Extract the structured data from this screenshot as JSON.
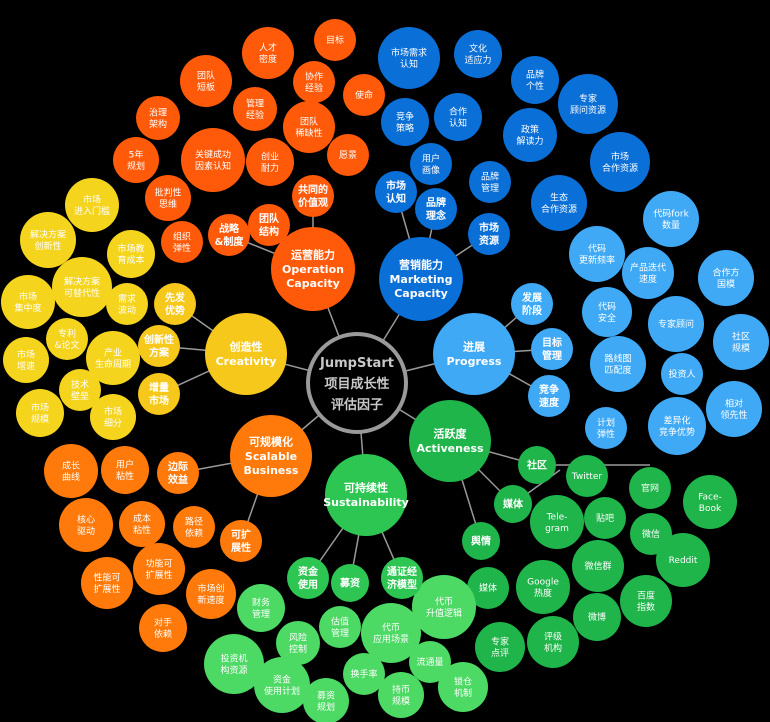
{
  "center": {
    "lines": [
      "JumpStart",
      "项目成长性",
      "评估因子"
    ]
  },
  "colors": {
    "orange_dark": "#FF5A0A",
    "orange": "#FF7A0A",
    "orange_light": "#FF9A14",
    "yellow": "#F7C81C",
    "yellow_light": "#F5D41E",
    "blue_dark": "#0A6FD6",
    "blue": "#1E88E5",
    "blue_light": "#3FA9F5",
    "green_dark": "#1FB54A",
    "green": "#2DC653",
    "green_light": "#4CD964",
    "gray": "#9a9a9a"
  },
  "factors": [
    {
      "key": "operation",
      "lines": [
        "运营能力",
        "Operation",
        "Capacity"
      ]
    },
    {
      "key": "marketing",
      "lines": [
        "营销能力",
        "Marketing",
        "Capacity"
      ]
    },
    {
      "key": "progress",
      "lines": [
        "进展",
        "Progress"
      ]
    },
    {
      "key": "activeness",
      "lines": [
        "活跃度",
        "Activeness"
      ]
    },
    {
      "key": "sustainability",
      "lines": [
        "可持续性",
        "Sustainability"
      ]
    },
    {
      "key": "scalable",
      "lines": [
        "可规模化",
        "Scalable",
        "Business"
      ]
    },
    {
      "key": "creativity",
      "lines": [
        "创造性",
        "Creativity"
      ]
    }
  ],
  "subfactors": [
    {
      "lines": [
        "战略",
        "&制度"
      ]
    },
    {
      "lines": [
        "团队",
        "结构"
      ]
    },
    {
      "lines": [
        "共同的",
        "价值观"
      ]
    },
    {
      "lines": [
        "市场",
        "认知"
      ]
    },
    {
      "lines": [
        "品牌",
        "理念"
      ]
    },
    {
      "lines": [
        "市场",
        "资源"
      ]
    },
    {
      "lines": [
        "发展",
        "阶段"
      ]
    },
    {
      "lines": [
        "目标",
        "管理"
      ]
    },
    {
      "lines": [
        "竞争",
        "速度"
      ]
    },
    {
      "lines": [
        "社区"
      ]
    },
    {
      "lines": [
        "媒体"
      ]
    },
    {
      "lines": [
        "舆情"
      ]
    },
    {
      "lines": [
        "资金",
        "使用"
      ]
    },
    {
      "lines": [
        "募资"
      ]
    },
    {
      "lines": [
        "通证经",
        "济模型"
      ]
    },
    {
      "lines": [
        "边际",
        "效益"
      ]
    },
    {
      "lines": [
        "可扩",
        "展性"
      ]
    },
    {
      "lines": [
        "先发",
        "优势"
      ]
    },
    {
      "lines": [
        "创新性",
        "方案"
      ]
    },
    {
      "lines": [
        "增量",
        "市场"
      ]
    }
  ],
  "leaves": [
    {
      "lines": [
        "目标"
      ]
    },
    {
      "lines": [
        "人才",
        "密度"
      ]
    },
    {
      "lines": [
        "团队",
        "短板"
      ]
    },
    {
      "lines": [
        "协作",
        "经验"
      ]
    },
    {
      "lines": [
        "使命"
      ]
    },
    {
      "lines": [
        "管理",
        "经验"
      ]
    },
    {
      "lines": [
        "团队",
        "稀缺性"
      ]
    },
    {
      "lines": [
        "治理",
        "架构"
      ]
    },
    {
      "lines": [
        "愿景"
      ]
    },
    {
      "lines": [
        "5年",
        "规划"
      ]
    },
    {
      "lines": [
        "关键成功",
        "因素认知"
      ]
    },
    {
      "lines": [
        "创业",
        "耐力"
      ]
    },
    {
      "lines": [
        "批判性",
        "思维"
      ]
    },
    {
      "lines": [
        "组织",
        "弹性"
      ]
    },
    {
      "lines": [
        "市场需求",
        "认知"
      ]
    },
    {
      "lines": [
        "文化",
        "适应力"
      ]
    },
    {
      "lines": [
        "品牌",
        "个性"
      ]
    },
    {
      "lines": [
        "竞争",
        "策略"
      ]
    },
    {
      "lines": [
        "合作",
        "认知"
      ]
    },
    {
      "lines": [
        "专家",
        "顾问资源"
      ]
    },
    {
      "lines": [
        "政策",
        "解读力"
      ]
    },
    {
      "lines": [
        "用户",
        "画像"
      ]
    },
    {
      "lines": [
        "品牌",
        "管理"
      ]
    },
    {
      "lines": [
        "市场",
        "合作资源"
      ]
    },
    {
      "lines": [
        "生态",
        "合作资源"
      ]
    },
    {
      "lines": [
        "代码fork",
        "数量"
      ]
    },
    {
      "lines": [
        "代码",
        "更新频率"
      ]
    },
    {
      "lines": [
        "产品迭代",
        "速度"
      ]
    },
    {
      "lines": [
        "合作方",
        "国模"
      ]
    },
    {
      "lines": [
        "代码",
        "安全"
      ]
    },
    {
      "lines": [
        "专家顾问"
      ]
    },
    {
      "lines": [
        "社区",
        "规模"
      ]
    },
    {
      "lines": [
        "路线图",
        "匹配度"
      ]
    },
    {
      "lines": [
        "投资人"
      ]
    },
    {
      "lines": [
        "相对",
        "领先性"
      ]
    },
    {
      "lines": [
        "计划",
        "弹性"
      ]
    },
    {
      "lines": [
        "差异化",
        "竞争优势"
      ]
    },
    {
      "lines": [
        "Twitter"
      ]
    },
    {
      "lines": [
        "官网"
      ]
    },
    {
      "lines": [
        "Face-",
        "Book"
      ]
    },
    {
      "lines": [
        "Tele-",
        "gram"
      ]
    },
    {
      "lines": [
        "贴吧"
      ]
    },
    {
      "lines": [
        "微信"
      ]
    },
    {
      "lines": [
        "Reddit"
      ]
    },
    {
      "lines": [
        "微信群"
      ]
    },
    {
      "lines": [
        "Google",
        "热度"
      ]
    },
    {
      "lines": [
        "百度",
        "指数"
      ]
    },
    {
      "lines": [
        "媒体"
      ]
    },
    {
      "lines": [
        "微博"
      ]
    },
    {
      "lines": [
        "专家",
        "点评"
      ]
    },
    {
      "lines": [
        "评级",
        "机构"
      ]
    },
    {
      "lines": [
        "代币",
        "升值逻辑"
      ]
    },
    {
      "lines": [
        "财务",
        "管理"
      ]
    },
    {
      "lines": [
        "估值",
        "管理"
      ]
    },
    {
      "lines": [
        "代币",
        "应用场景"
      ]
    },
    {
      "lines": [
        "风险",
        "控制"
      ]
    },
    {
      "lines": [
        "投资机",
        "构资源"
      ]
    },
    {
      "lines": [
        "资金",
        "使用计划"
      ]
    },
    {
      "lines": [
        "换手率"
      ]
    },
    {
      "lines": [
        "流通量"
      ]
    },
    {
      "lines": [
        "锁仓",
        "机制"
      ]
    },
    {
      "lines": [
        "募资",
        "规划"
      ]
    },
    {
      "lines": [
        "持币",
        "规模"
      ]
    },
    {
      "lines": [
        "成长",
        "曲线"
      ]
    },
    {
      "lines": [
        "用户",
        "粘性"
      ]
    },
    {
      "lines": [
        "核心",
        "驱动"
      ]
    },
    {
      "lines": [
        "成本",
        "粘性"
      ]
    },
    {
      "lines": [
        "路径",
        "依赖"
      ]
    },
    {
      "lines": [
        "功能可",
        "扩展性"
      ]
    },
    {
      "lines": [
        "性能可",
        "扩展性"
      ]
    },
    {
      "lines": [
        "市场创",
        "新速度"
      ]
    },
    {
      "lines": [
        "对手",
        "依赖"
      ]
    },
    {
      "lines": [
        "市场",
        "进入门槛"
      ]
    },
    {
      "lines": [
        "解决方案",
        "创新性"
      ]
    },
    {
      "lines": [
        "市场教",
        "育成本"
      ]
    },
    {
      "lines": [
        "解决方案",
        "可替代性"
      ]
    },
    {
      "lines": [
        "市场",
        "集中度"
      ]
    },
    {
      "lines": [
        "需求",
        "波动"
      ]
    },
    {
      "lines": [
        "专利",
        "&论文"
      ]
    },
    {
      "lines": [
        "产业",
        "生命周期"
      ]
    },
    {
      "lines": [
        "市场",
        "增速"
      ]
    },
    {
      "lines": [
        "技术",
        "壁垒"
      ]
    },
    {
      "lines": [
        "市场",
        "规模"
      ]
    },
    {
      "lines": [
        "市场",
        "细分"
      ]
    }
  ]
}
